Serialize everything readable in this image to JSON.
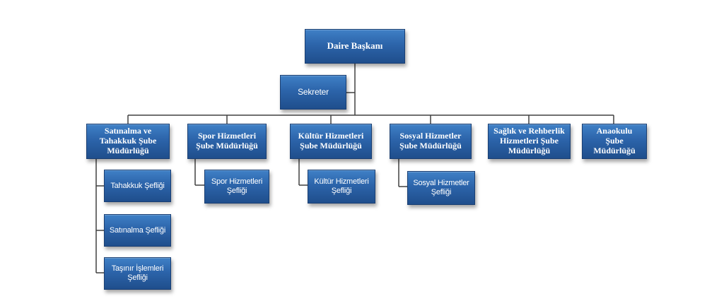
{
  "org_chart": {
    "head": "Daire Başkanı",
    "assistant": "Sekreter",
    "departments": [
      {
        "name": "Satınalma ve Tahakkuk Şube Müdürlüğü",
        "units": [
          "Tahakkuk Şefliği",
          "Satınalma Şefliği",
          "Taşınır İşlemleri Şefliği"
        ]
      },
      {
        "name": "Spor Hizmetleri Şube Müdürlüğü",
        "units": [
          "Spor Hizmetleri Şefliği"
        ]
      },
      {
        "name": "Kültür Hizmetleri Şube Müdürlüğü",
        "units": [
          "Kültür Hizmetleri Şefliği"
        ]
      },
      {
        "name": "Sosyal Hizmetler Şube Müdürlüğü",
        "units": [
          "Sosyal Hizmetler Şefliği"
        ]
      },
      {
        "name": "Sağlık ve Rehberlik Hizmetleri Şube Müdürlüğü",
        "units": []
      },
      {
        "name": "Anaokulu Şube Müdürlüğü",
        "units": []
      }
    ]
  },
  "colors": {
    "box_fill": "#2c64aa",
    "box_border": "#1a3f73",
    "connector": "#404040",
    "text": "#ffffff"
  }
}
